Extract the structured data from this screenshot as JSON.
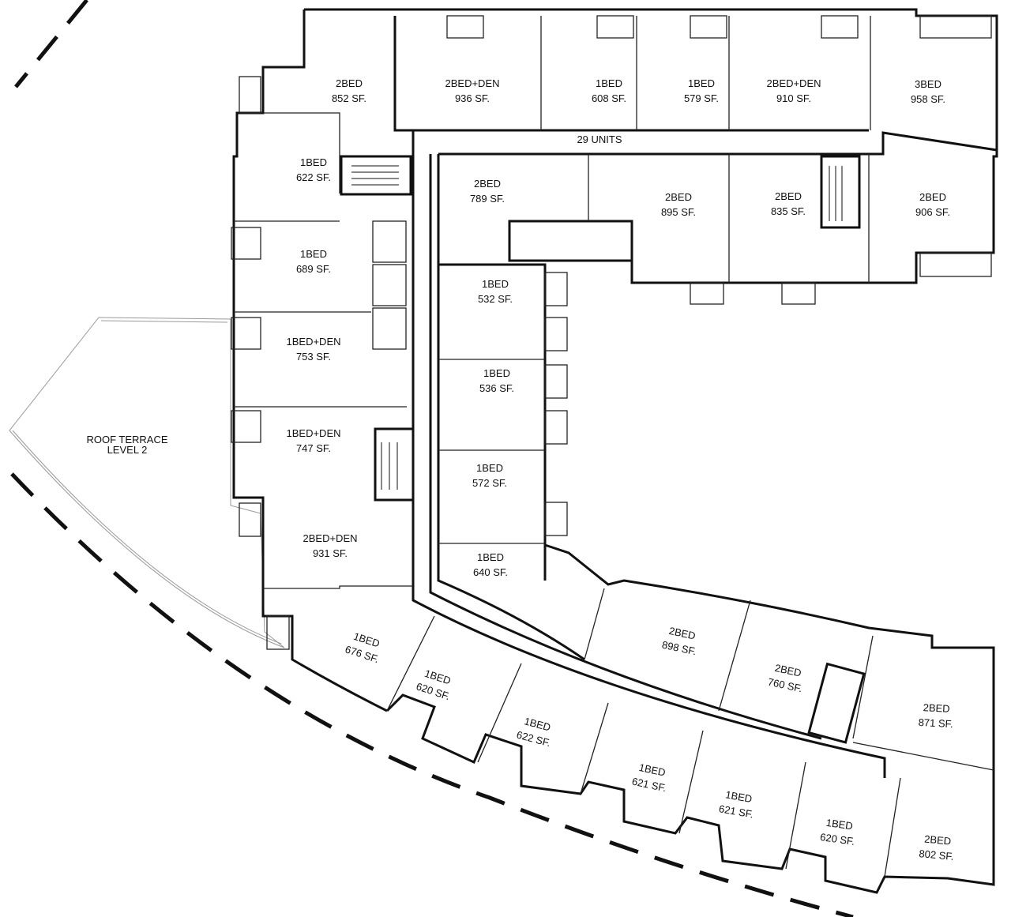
{
  "plan": {
    "corridor_label": "29 UNITS",
    "terrace": {
      "line1": "ROOF TERRACE",
      "line2": "LEVEL 2"
    },
    "units": [
      {
        "type": "2BED",
        "area": "852 SF."
      },
      {
        "type": "2BED+DEN",
        "area": "936 SF."
      },
      {
        "type": "1BED",
        "area": "608 SF."
      },
      {
        "type": "1BED",
        "area": "579 SF."
      },
      {
        "type": "2BED+DEN",
        "area": "910 SF."
      },
      {
        "type": "3BED",
        "area": "958 SF."
      },
      {
        "type": "1BED",
        "area": "622 SF."
      },
      {
        "type": "2BED",
        "area": "789 SF."
      },
      {
        "type": "2BED",
        "area": "895 SF."
      },
      {
        "type": "2BED",
        "area": "835 SF."
      },
      {
        "type": "2BED",
        "area": "906 SF."
      },
      {
        "type": "1BED",
        "area": "689 SF."
      },
      {
        "type": "1BED",
        "area": "532 SF."
      },
      {
        "type": "1BED+DEN",
        "area": "753 SF."
      },
      {
        "type": "1BED",
        "area": "536 SF."
      },
      {
        "type": "1BED+DEN",
        "area": "747 SF."
      },
      {
        "type": "1BED",
        "area": "572 SF."
      },
      {
        "type": "2BED+DEN",
        "area": "931 SF."
      },
      {
        "type": "1BED",
        "area": "640 SF."
      },
      {
        "type": "2BED",
        "area": "898 SF."
      },
      {
        "type": "1BED",
        "area": "676 SF."
      },
      {
        "type": "2BED",
        "area": "760 SF."
      },
      {
        "type": "1BED",
        "area": "620 SF."
      },
      {
        "type": "2BED",
        "area": "871 SF."
      },
      {
        "type": "1BED",
        "area": "622 SF."
      },
      {
        "type": "1BED",
        "area": "621 SF."
      },
      {
        "type": "1BED",
        "area": "621 SF."
      },
      {
        "type": "1BED",
        "area": "620 SF."
      },
      {
        "type": "2BED",
        "area": "802 SF."
      }
    ]
  }
}
